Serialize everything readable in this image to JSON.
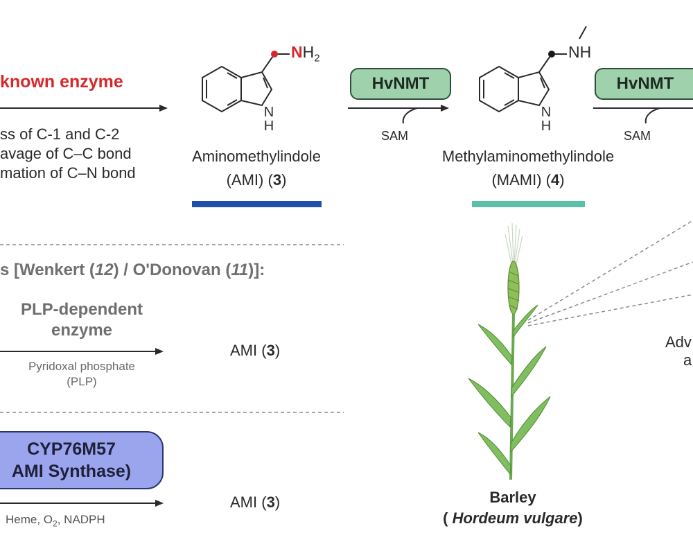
{
  "top": {
    "unknown_enzyme": "known enzyme",
    "desc_line1": "ss of C-1 and C-2",
    "desc_line2": "avage of C–C bond",
    "desc_line3": "mation of C–N bond",
    "ami_nh2_n": "N",
    "ami_nh2_h": "H",
    "ami_nh2_sub": "2",
    "ami_indole_n": "N",
    "ami_indole_h": "H",
    "ami_name": "Aminomethylindole",
    "ami_abbr": "(AMI) (",
    "ami_num": "3",
    "ami_close": ")",
    "enzyme1": "HvNMT",
    "sam1": "SAM",
    "mami_nh": "NH",
    "mami_indole_n": "N",
    "mami_indole_h": "H",
    "mami_name": "Methylaminomethylindole",
    "mami_abbr": "(MAMI) (",
    "mami_num": "4",
    "mami_close": ")",
    "enzyme2": "HvNMT",
    "sam2": "SAM",
    "ami_bar_color": "#1f4fa8",
    "mami_bar_color": "#5dbfa8"
  },
  "proposals": {
    "heading_pre": "s [Wenkert (",
    "heading_ref1": "12",
    "heading_mid": ") / O'Donovan (",
    "heading_ref2": "11",
    "heading_post": ")]:",
    "plp_line1": "PLP-dependent",
    "plp_line2": "enzyme",
    "plp_cof_line1": "Pyridoxal phosphate",
    "plp_cof_line2": "(PLP)",
    "plp_product_pre": "AMI (",
    "plp_product_num": "3",
    "plp_product_post": ")"
  },
  "cyp": {
    "line1": "CYP76M57",
    "line2": "AMI Synthase)",
    "cofactors_pre": "Heme, O",
    "cofactors_sub": "2",
    "cofactors_post": ", NADPH",
    "product_pre": "AMI (",
    "product_num": "3",
    "product_post": ")"
  },
  "plant": {
    "name": "Barley",
    "latin_open": "(",
    "latin": "Hordeum vulgare",
    "latin_close": ")"
  },
  "right": {
    "text1": "Adv",
    "text2": "a"
  }
}
